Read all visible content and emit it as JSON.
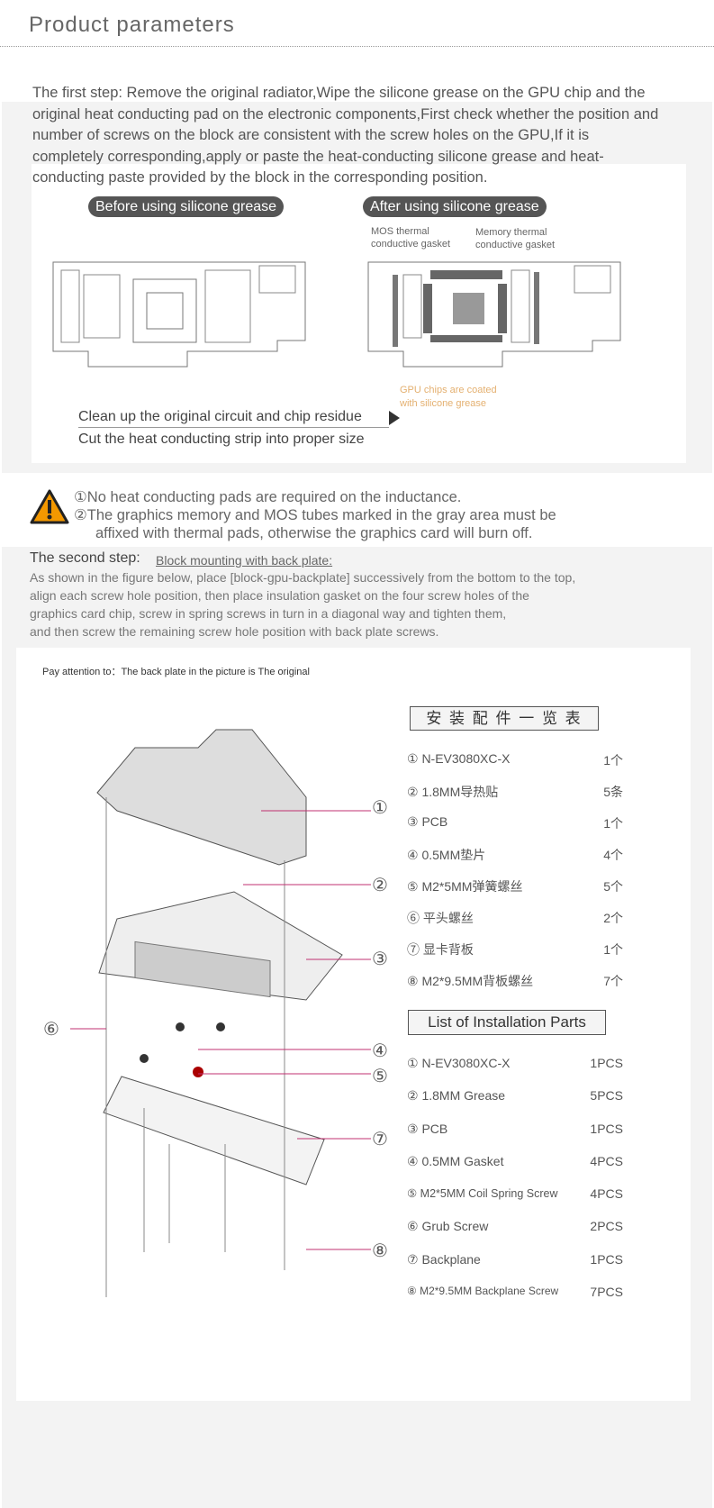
{
  "header": {
    "title": "Product parameters"
  },
  "step1": {
    "text": "The first step:  Remove the original radiator,Wipe the silicone grease on the GPU chip and the original heat conducting pad on the electronic components,First check whether the position and number of screws on the block are consistent with the screw holes on the GPU,If it is completely corresponding,apply or paste the heat-conducting silicone grease and heat-conducting paste provided by the block in the corresponding position.",
    "before_label": "Before using silicone grease",
    "after_label": "After using silicone grease",
    "mos_label": "MOS thermal conductive gasket",
    "memory_label": "Memory thermal conductive gasket",
    "gpu_label": "GPU chips are coated with silicone grease",
    "clean_label": "Clean up the original circuit and chip residue",
    "cut_label": "Cut the heat conducting strip into proper size"
  },
  "warning": {
    "line1": "①No heat conducting pads are required on the inductance.",
    "line2": "②The graphics memory and MOS tubes marked in the gray area must be",
    "line3": "affixed with thermal pads, otherwise the graphics card will burn off."
  },
  "step2": {
    "title": "The second step:",
    "subtitle": "Block mounting with back plate:",
    "lines": [
      "As shown in the figure below, place [block-gpu-backplate] successively from the bottom to the top,",
      "align each screw hole position, then place insulation gasket on the four screw holes of the",
      "graphics card chip, screw in spring screws in turn in a diagonal way and tighten them,",
      "and then screw the remaining screw hole position with back plate screws."
    ]
  },
  "diagram": {
    "note": "Pay attention to：The back plate in the picture is The original",
    "callouts": [
      "①",
      "②",
      "③",
      "④",
      "⑤",
      "⑥",
      "⑦",
      "⑧"
    ]
  },
  "parts_cn": {
    "title": "安 装 配 件 一 览 表",
    "items": [
      {
        "name": "① N-EV3080XC-X",
        "qty": "1个"
      },
      {
        "name": "② 1.8MM导热贴",
        "qty": "5条"
      },
      {
        "name": "③ PCB",
        "qty": "1个"
      },
      {
        "name": "④ 0.5MM垫片",
        "qty": "4个"
      },
      {
        "name": "⑤ M2*5MM弹簧螺丝",
        "qty": "5个"
      },
      {
        "name": "⑥ 平头螺丝",
        "qty": "2个"
      },
      {
        "name": "⑦ 显卡背板",
        "qty": "1个"
      },
      {
        "name": "⑧ M2*9.5MM背板螺丝",
        "qty": "7个"
      }
    ]
  },
  "parts_en": {
    "title": "List of Installation Parts",
    "items": [
      {
        "name": "① N-EV3080XC-X",
        "qty": "1PCS"
      },
      {
        "name": "② 1.8MM Grease",
        "qty": "5PCS"
      },
      {
        "name": "③ PCB",
        "qty": "1PCS"
      },
      {
        "name": "④ 0.5MM Gasket",
        "qty": "4PCS"
      },
      {
        "name": "⑤ M2*5MM Coil Spring Screw",
        "qty": "4PCS"
      },
      {
        "name": "⑥ Grub  Screw",
        "qty": "2PCS"
      },
      {
        "name": "⑦ Backplane",
        "qty": "1PCS"
      },
      {
        "name": "⑧ M2*9.5MM Backplane Screw",
        "qty": "7PCS"
      }
    ]
  }
}
